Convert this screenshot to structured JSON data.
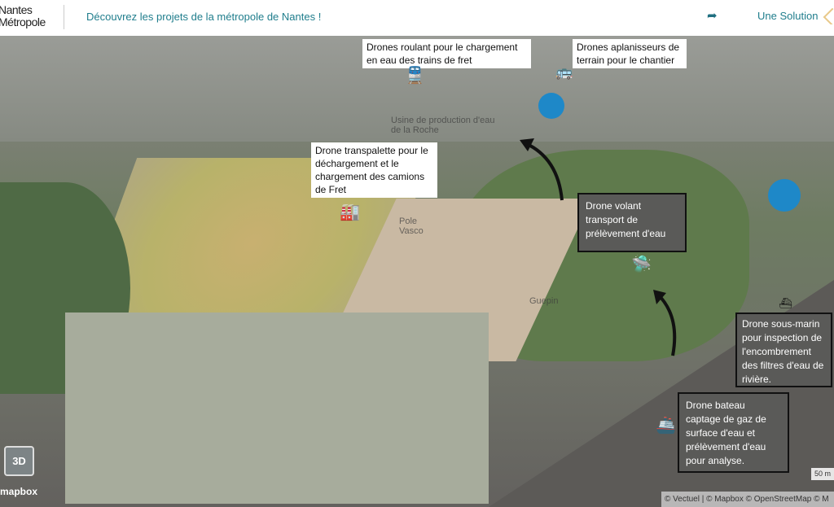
{
  "header": {
    "logo": "Nantes Métropole",
    "logo_line1": "Nantes",
    "logo_line2": "Métropole",
    "title": "Découvrez les projets de la métropole de Nantes !",
    "share_icon": "share-arrow-icon",
    "solution_label": "Une Solution"
  },
  "map": {
    "labels": [
      "Usine de production d'eau de la Roche",
      "Pole Vasco",
      "Guepin"
    ],
    "callouts": [
      {
        "text": "Drones roulant pour le chargement en eau des trains de fret",
        "icon": "train-icon"
      },
      {
        "text": "Drones aplanisseurs de terrain pour le chantier",
        "icon": "bus-icon"
      },
      {
        "text": "Drone transpalette pour le déchargement et le chargement des camions de Fret",
        "icon": "factory-icon"
      },
      {
        "text": "Drone volant transport de prélèvement d'eau",
        "icon": "drone-icon"
      },
      {
        "text": "Drone sous-marin pour inspection de l'encombrement des filtres d'eau de rivière.",
        "icon": "submarine-icon"
      },
      {
        "text": "Drone bateau captage de gaz de surface d'eau et prélèvement d'eau pour analyse.",
        "icon": "boat-icon"
      }
    ],
    "marker_color": "#1e88c8",
    "btn_3d": "3D",
    "mapbox": "mapbox",
    "scale": "50 m",
    "attribution": "© Vectuel | © Mapbox © OpenStreetMap © M"
  }
}
